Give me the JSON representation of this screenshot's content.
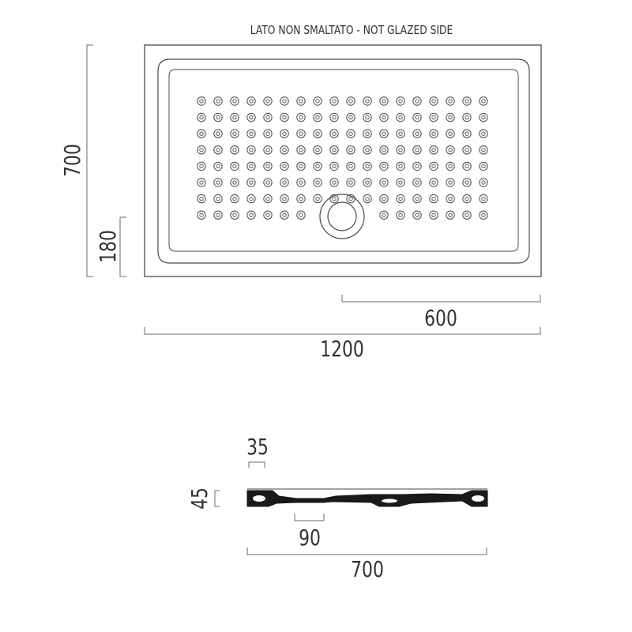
{
  "plan": {
    "caption": "LATO NON SMALTATO - NOT GLAZED SIDE",
    "dim_height": "700",
    "dim_drain_offset": "180",
    "dim_half_width": "600",
    "dim_width": "1200"
  },
  "section": {
    "dim_rim": "35",
    "dim_thickness": "45",
    "dim_drain": "90",
    "dim_depth": "700"
  },
  "colors": {
    "line": "#4a4a4a",
    "dim_line": "#6a6a6a",
    "text": "#333333",
    "section_fill": "#1a1a1a"
  }
}
